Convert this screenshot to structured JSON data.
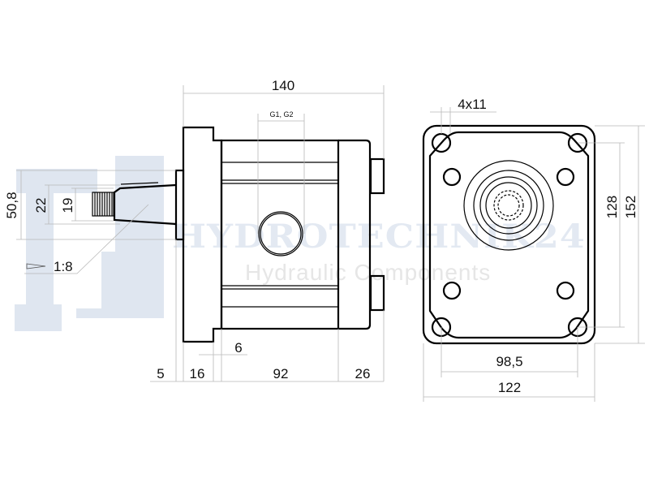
{
  "watermark": {
    "brand": "HYDROTECHNIK24",
    "tagline": "Hydraulic Components"
  },
  "dimensions": {
    "overall_length": "140",
    "port_label": "G1, G2",
    "hole_pattern": "4x11",
    "pilot_diameter": "50,8",
    "shaft_diameter": "22",
    "spline_diameter": "19",
    "taper": "1:8",
    "pilot_length": "5",
    "flange_thickness": "16",
    "step": "6",
    "body_length": "92",
    "cover_length": "26",
    "bolt_spacing_vertical": "128",
    "height": "152",
    "bolt_spacing_horizontal": "98,5",
    "width": "122"
  }
}
